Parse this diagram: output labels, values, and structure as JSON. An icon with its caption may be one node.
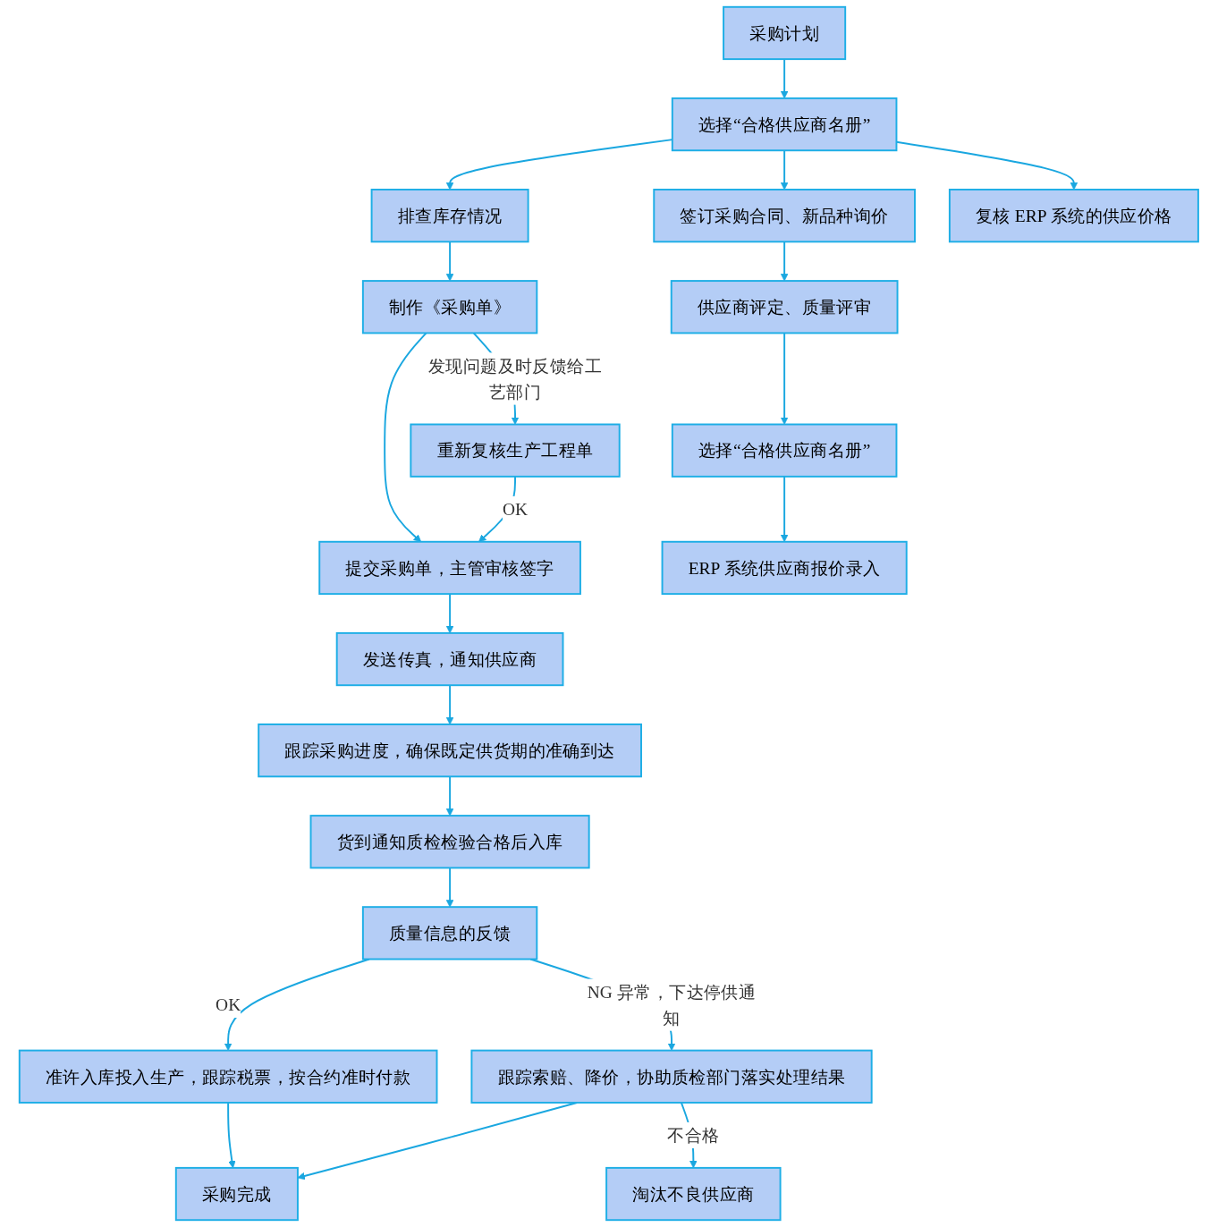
{
  "diagram": {
    "nodes": [
      {
        "text": [
          "采购计划"
        ]
      },
      {
        "text": [
          "选择“合格供应商名册”"
        ]
      },
      {
        "text": [
          "签订采购合同、新品种询价"
        ]
      },
      {
        "text": [
          "排查库存情况"
        ]
      },
      {
        "text": [
          "复核 ERP 系统的供应价格"
        ]
      },
      {
        "text": [
          "供应商评定、质量评审"
        ]
      },
      {
        "text": [
          "制作《采购单》"
        ]
      },
      {
        "text": [
          "重新复核生产工程单"
        ]
      },
      {
        "text": [
          "选择“合格供应商名册”"
        ]
      },
      {
        "text": [
          "提交采购单，主管审核签字"
        ]
      },
      {
        "text": [
          "ERP 系统供应商报价录入"
        ]
      },
      {
        "text": [
          "发送传真，通知供应商"
        ]
      },
      {
        "text": [
          "跟踪采购进度，确保既定供货期的准确到达"
        ]
      },
      {
        "text": [
          "货到通知质检检验合格后入库"
        ]
      },
      {
        "text": [
          "质量信息的反馈"
        ]
      },
      {
        "text": [
          "准许入库投入生产，跟踪税票，按合约准时付款"
        ]
      },
      {
        "text": [
          "跟踪索赔、降价，协助质检部门落实处理结果"
        ]
      },
      {
        "text": [
          "采购完成"
        ]
      },
      {
        "text": [
          "淘汰不良供应商"
        ]
      }
    ],
    "edges": [
      {
        "from": 0,
        "to": 1,
        "arrow": "to"
      },
      {
        "from": 1,
        "to": 2,
        "arrow": "to"
      },
      {
        "from": 1,
        "to": 3,
        "arrow": "to"
      },
      {
        "from": 1,
        "to": 4,
        "arrow": "to"
      },
      {
        "from": 2,
        "to": 5,
        "arrow": "to"
      },
      {
        "from": 5,
        "to": 8,
        "arrow": "to"
      },
      {
        "from": 8,
        "to": 10,
        "arrow": "to"
      },
      {
        "from": 3,
        "to": 6,
        "arrow": "to"
      },
      {
        "from": 6,
        "to": 9,
        "arrow": "to"
      },
      {
        "from": 6,
        "to": 7,
        "arrow": "to",
        "label": "发现问题及时反馈给工艺部门"
      },
      {
        "from": 7,
        "to": 9,
        "arrow": "to",
        "label": "OK"
      },
      {
        "from": 9,
        "to": 11,
        "arrow": "to"
      },
      {
        "from": 11,
        "to": 12,
        "arrow": "to"
      },
      {
        "from": 12,
        "to": 13,
        "arrow": "to"
      },
      {
        "from": 13,
        "to": 14,
        "arrow": "to"
      },
      {
        "from": 14,
        "to": 15,
        "arrow": "to",
        "label": "OK"
      },
      {
        "from": 14,
        "to": 16,
        "arrow": "to",
        "label": "NG 异常，下达停供通知"
      },
      {
        "from": 15,
        "to": 17,
        "arrow": "to"
      },
      {
        "from": 16,
        "to": 17,
        "arrow": "to"
      },
      {
        "from": 16,
        "to": 18,
        "arrow": "to",
        "label": "不合格"
      }
    ]
  }
}
